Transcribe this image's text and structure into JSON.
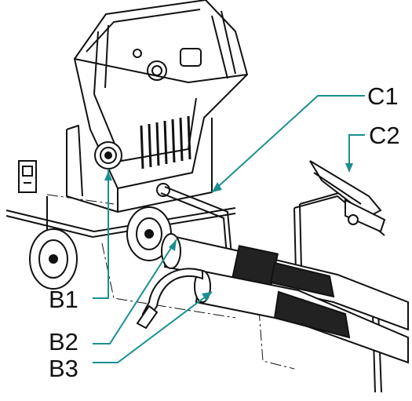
{
  "colors": {
    "line": "#111111",
    "leader": "#1a8f8f",
    "background": "#ffffff"
  },
  "callouts": {
    "c1": "C1",
    "c2": "C2",
    "b1": "B1",
    "b2": "B2",
    "b3": "B3"
  }
}
